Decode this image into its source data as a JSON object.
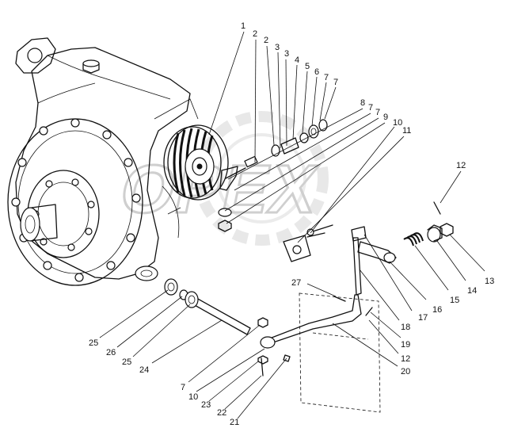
{
  "watermark": {
    "text": "OPEX"
  },
  "callouts": [
    {
      "id": "c1",
      "text": "1"
    },
    {
      "id": "c2a",
      "text": "2"
    },
    {
      "id": "c2b",
      "text": "2"
    },
    {
      "id": "c3a",
      "text": "3"
    },
    {
      "id": "c3b",
      "text": "3"
    },
    {
      "id": "c4",
      "text": "4"
    },
    {
      "id": "c5",
      "text": "5"
    },
    {
      "id": "c6",
      "text": "6"
    },
    {
      "id": "c7a",
      "text": "7"
    },
    {
      "id": "c7b",
      "text": "7"
    },
    {
      "id": "c8",
      "text": "8"
    },
    {
      "id": "c7c",
      "text": "7"
    },
    {
      "id": "c7d",
      "text": "7"
    },
    {
      "id": "c9",
      "text": "9"
    },
    {
      "id": "c10a",
      "text": "10"
    },
    {
      "id": "c11",
      "text": "11"
    },
    {
      "id": "c12a",
      "text": "12"
    },
    {
      "id": "c13",
      "text": "13"
    },
    {
      "id": "c14",
      "text": "14"
    },
    {
      "id": "c15",
      "text": "15"
    },
    {
      "id": "c16",
      "text": "16"
    },
    {
      "id": "c17",
      "text": "17"
    },
    {
      "id": "c18",
      "text": "18"
    },
    {
      "id": "c19",
      "text": "19"
    },
    {
      "id": "c12b",
      "text": "12"
    },
    {
      "id": "c20",
      "text": "20"
    },
    {
      "id": "c27",
      "text": "27"
    },
    {
      "id": "c25a",
      "text": "25"
    },
    {
      "id": "c26",
      "text": "26"
    },
    {
      "id": "c25b",
      "text": "25"
    },
    {
      "id": "c24",
      "text": "24"
    },
    {
      "id": "c7e",
      "text": "7"
    },
    {
      "id": "c10b",
      "text": "10"
    },
    {
      "id": "c23",
      "text": "23"
    },
    {
      "id": "c22",
      "text": "22"
    },
    {
      "id": "c21",
      "text": "21"
    }
  ]
}
